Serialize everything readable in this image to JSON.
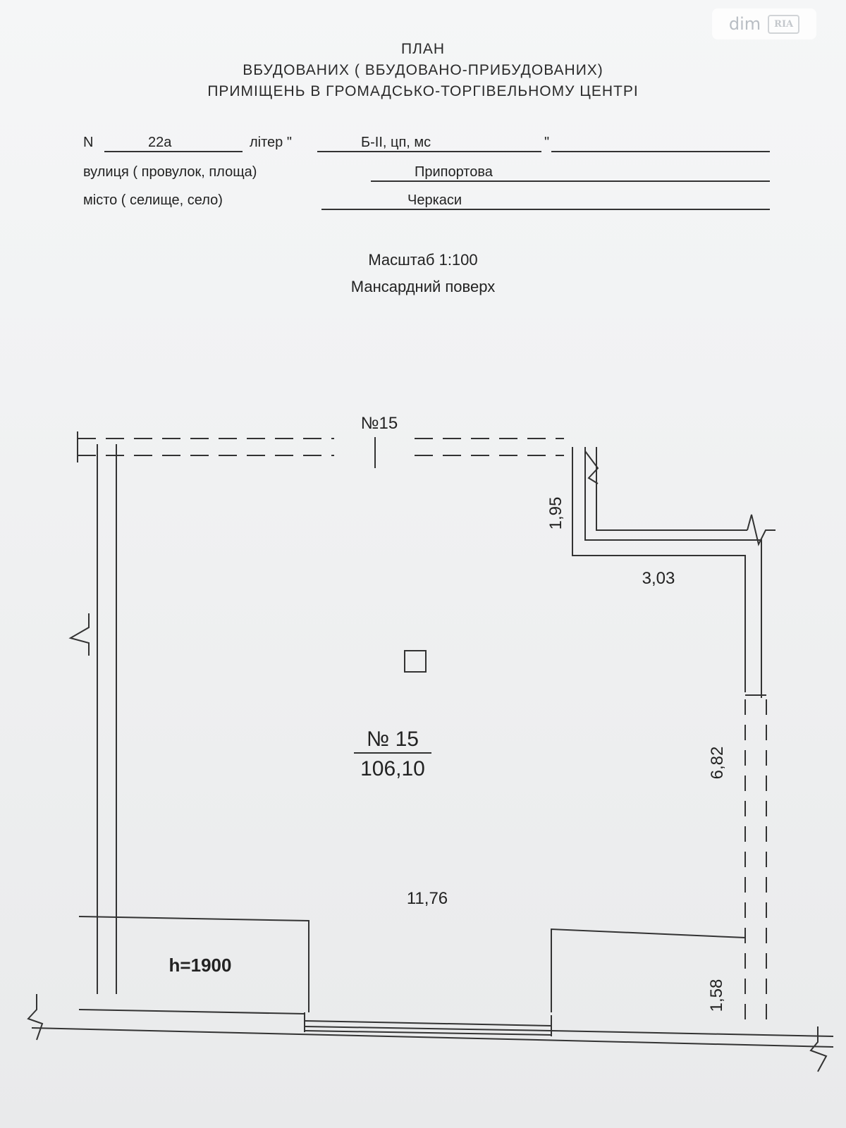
{
  "watermark": {
    "text": "dim",
    "logo": "RIA"
  },
  "header": {
    "line1": "ПЛАН",
    "line2": "ВБУДОВАНИХ  ( ВБУДОВАНО-ПРИБУДОВАНИХ)",
    "line3": "ПРИМІЩЕНЬ В ГРОМАДСЬКО-ТОРГІВЕЛЬНОМУ ЦЕНТРІ"
  },
  "fields": {
    "number_label": "N",
    "number_value": "22а",
    "liter_label": "літер \"",
    "liter_value": "Б-ІІ, цп, мс",
    "liter_close": "\"",
    "street_label": "вулиця  ( провулок, площа)",
    "street_value": "Припортова",
    "city_label": "місто  ( селище, село)",
    "city_value": "Черкаси"
  },
  "scale": "Масштаб 1:100",
  "floor": "Мансардний поверх",
  "plan": {
    "top_room_label": "№15",
    "room_label": "№ 15",
    "room_area": "106,10",
    "dims": {
      "d195": "1,95",
      "d303": "3,03",
      "d682": "6,82",
      "d1176": "11,76",
      "d158": "1,58"
    },
    "height_note": "h=1900"
  }
}
